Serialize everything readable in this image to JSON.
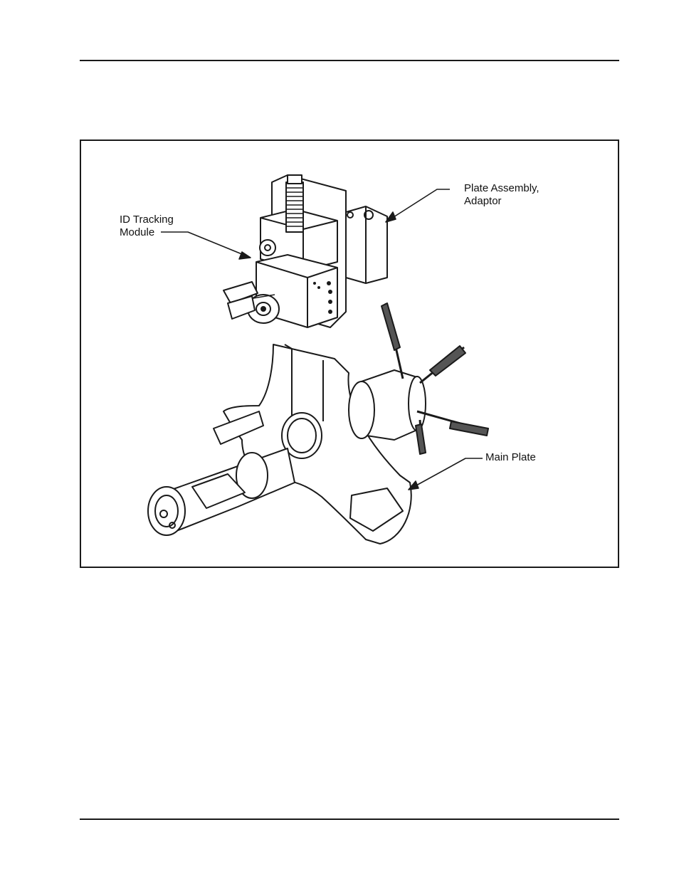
{
  "figure": {
    "callouts": {
      "plate_assembly": {
        "line1": "Plate Assembly,",
        "line2": "Adaptor"
      },
      "id_tracking": {
        "line1": "ID Tracking",
        "line2": "Module"
      },
      "main_plate": {
        "line1": "Main Plate"
      }
    }
  }
}
